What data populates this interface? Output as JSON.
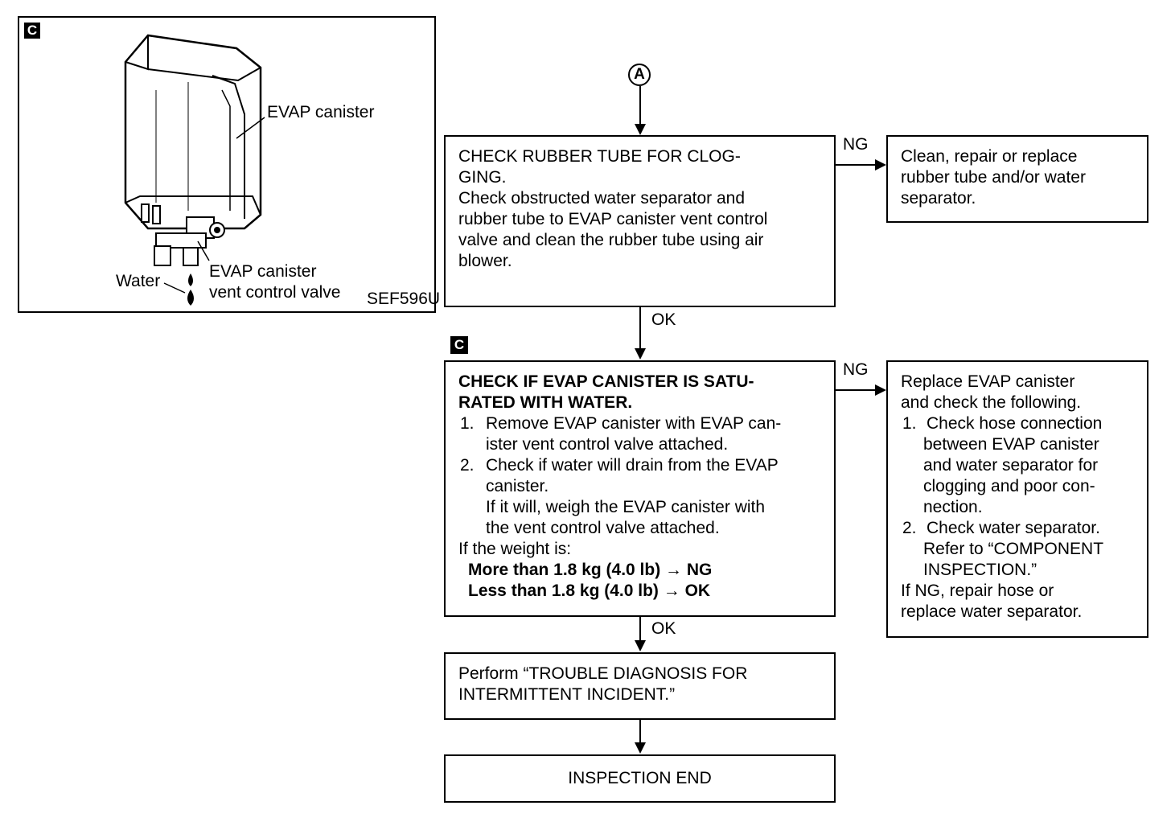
{
  "illustration": {
    "tag": "C",
    "labels": {
      "canister": "EVAP canister",
      "valve_line1": "EVAP canister",
      "valve_line2": "vent control valve",
      "water": "Water",
      "code": "SEF596U"
    }
  },
  "connector": {
    "label": "A"
  },
  "step1": {
    "lines": [
      "CHECK RUBBER TUBE FOR CLOG-",
      "GING.",
      "Check obstructed water separator and",
      "rubber tube to EVAP canister vent control",
      "valve and clean the rubber tube using air",
      "blower."
    ],
    "ng_label": "NG",
    "ok_label": "OK",
    "ng_action_lines": [
      "Clean, repair or replace",
      "rubber tube and/or water",
      "separator."
    ]
  },
  "step2": {
    "tag": "C",
    "title_lines": [
      "CHECK IF EVAP CANISTER IS SATU-",
      "RATED WITH WATER."
    ],
    "item1": {
      "num": "1.",
      "lines": [
        "Remove EVAP canister with EVAP can-",
        "ister vent control valve attached."
      ]
    },
    "item2": {
      "num": "2.",
      "lines": [
        "Check if water will drain from the EVAP",
        "canister.",
        "If it will, weigh the EVAP canister with",
        "the vent control valve attached."
      ]
    },
    "weight_intro": "If the weight is:",
    "more_than": "More than 1.8 kg (4.0 lb) → NG",
    "less_than": "Less than 1.8 kg (4.0 lb) → OK",
    "ng_label": "NG",
    "ok_label": "OK",
    "ng_action": {
      "intro_lines": [
        "Replace EVAP canister",
        "and check the following."
      ],
      "item1": {
        "num": "1.",
        "lines": [
          "Check hose connection",
          "between EVAP canister",
          "and water separator for",
          "clogging and poor con-",
          "nection."
        ]
      },
      "item2": {
        "num": "2.",
        "lines": [
          "Check water separator.",
          "Refer to “COMPONENT",
          "INSPECTION.”"
        ]
      },
      "outro_lines": [
        "If NG, repair hose or",
        "replace water separator."
      ]
    }
  },
  "step3": {
    "lines": [
      "Perform “TROUBLE DIAGNOSIS FOR",
      "INTERMITTENT INCIDENT.”"
    ]
  },
  "end": {
    "label": "INSPECTION END"
  }
}
